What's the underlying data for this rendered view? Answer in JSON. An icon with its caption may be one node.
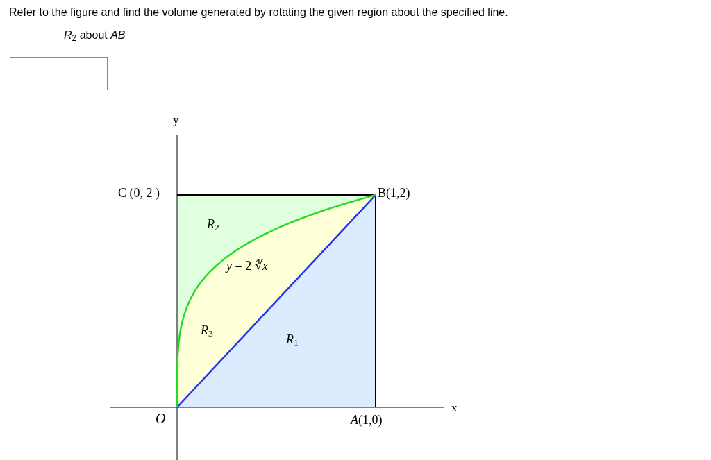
{
  "diagram": {
    "title": "Refer to the figure and find the volume generated by rotating the given region about the specified line.",
    "labels": [
      "*R*$_{2}$ about *AB*",
      "y",
      "C (0, 2 )",
      "B(1,2)",
      "*R*$_{2}$",
      "*y* = 2 ∜*x*",
      "*R*$_{3}$",
      "*R*$_{1}$",
      "x",
      "*O*",
      "*A*(1,0)"
    ]
  }
}
